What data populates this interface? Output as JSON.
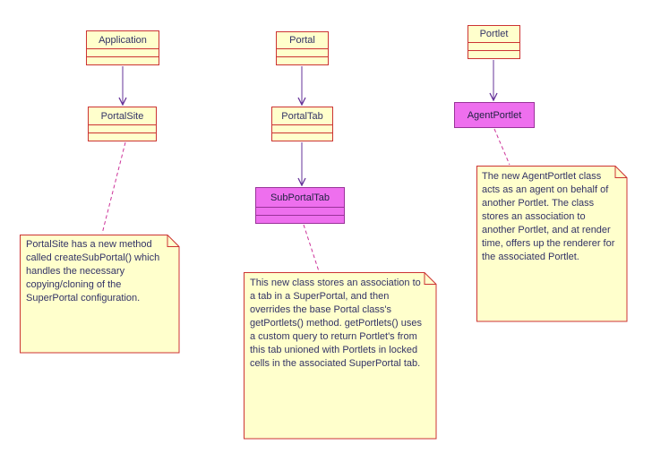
{
  "diagram": {
    "type": "uml-class-diagram",
    "classes": [
      {
        "name": "Application",
        "highlighted": false
      },
      {
        "name": "PortalSite",
        "highlighted": false
      },
      {
        "name": "Portal",
        "highlighted": false
      },
      {
        "name": "PortalTab",
        "highlighted": false
      },
      {
        "name": "SubPortalTab",
        "highlighted": true
      },
      {
        "name": "Portlet",
        "highlighted": false
      },
      {
        "name": "AgentPortlet",
        "highlighted": true
      }
    ],
    "relations": [
      {
        "from": "Application",
        "to": "PortalSite",
        "type": "directed-association"
      },
      {
        "from": "Portal",
        "to": "PortalTab",
        "type": "directed-association"
      },
      {
        "from": "PortalTab",
        "to": "SubPortalTab",
        "type": "directed-association"
      },
      {
        "from": "Portlet",
        "to": "AgentPortlet",
        "type": "directed-association"
      }
    ],
    "notes": [
      {
        "attached_to": "PortalSite",
        "text": "PortalSite has a new method called createSubPortal() which handles the necessary copying/cloning of the SuperPortal configuration."
      },
      {
        "attached_to": "SubPortalTab",
        "text": "This new class stores an association to a tab in a SuperPortal, and then overrides the base Portal class's getPortlets() method. getPortlets() uses a custom query to return Portlet's from this tab unioned with Portlets in locked cells in the associated SuperPortal tab."
      },
      {
        "attached_to": "AgentPortlet",
        "text": "The new AgentPortlet class acts as an agent on behalf of another Portlet. The class stores an association to another Portlet, and at render time, offers up the renderer for the associated Portlet."
      }
    ],
    "colors": {
      "background": "#FFFFFF",
      "class_fill": "#FFFFCC",
      "class_border": "#CC3333",
      "highlight_fill": "#EE6FEE",
      "highlight_border": "#993399",
      "note_fill": "#FFFFCC",
      "note_border": "#CC3333",
      "text": "#333366",
      "association_arrow": "#663399",
      "note_link": "#CC3399"
    }
  }
}
